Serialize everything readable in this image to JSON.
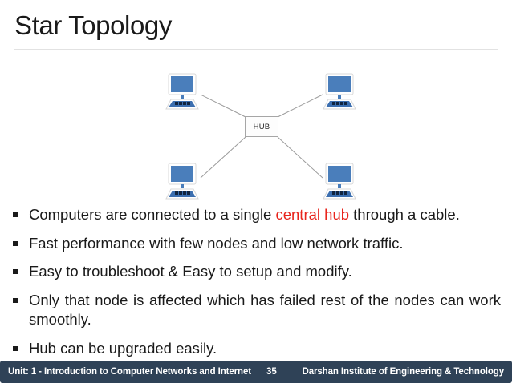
{
  "slide": {
    "title": "Star Topology"
  },
  "diagram": {
    "name": "star-topology-diagram",
    "hub_label": "HUB",
    "node_count": 4,
    "nodes": [
      {
        "id": "computer-top-left",
        "label": "computer"
      },
      {
        "id": "computer-top-right",
        "label": "computer"
      },
      {
        "id": "computer-bottom-left",
        "label": "computer"
      },
      {
        "id": "computer-bottom-right",
        "label": "computer"
      }
    ],
    "colors": {
      "screen": "#4a7ebb",
      "screen_border": "#ffffff",
      "keyboard": "#3c6fb0",
      "keys": "#10243f",
      "link_line": "#9b9b9b",
      "hub_border": "#a6a6a6",
      "hub_fill": "#fdfdfd"
    }
  },
  "bullets": [
    {
      "pre": "Computers are connected to a single ",
      "highlight": "central hub",
      "post": " through a cable.",
      "justify": false
    },
    {
      "pre": "Fast performance with few nodes and low network traffic.",
      "highlight": "",
      "post": "",
      "justify": false
    },
    {
      "pre": "Easy to troubleshoot & Easy to setup and modify.",
      "highlight": "",
      "post": "",
      "justify": false
    },
    {
      "pre": "Only that node is affected which has failed rest of the nodes can work smoothly.",
      "highlight": "",
      "post": "",
      "justify": true
    },
    {
      "pre": "Hub can be upgraded easily.",
      "highlight": "",
      "post": "",
      "justify": false
    }
  ],
  "footer": {
    "unit": "Unit: 1 - Introduction to Computer Networks and Internet",
    "page": "35",
    "organization": "Darshan Institute of Engineering & Technology",
    "background": "#2f4257",
    "text_color": "#ffffff"
  },
  "theme": {
    "title_color": "#1a1a1a",
    "rule_color": "#e2e2e2",
    "highlight_color": "#e8241c",
    "body_background": "#ffffff"
  }
}
